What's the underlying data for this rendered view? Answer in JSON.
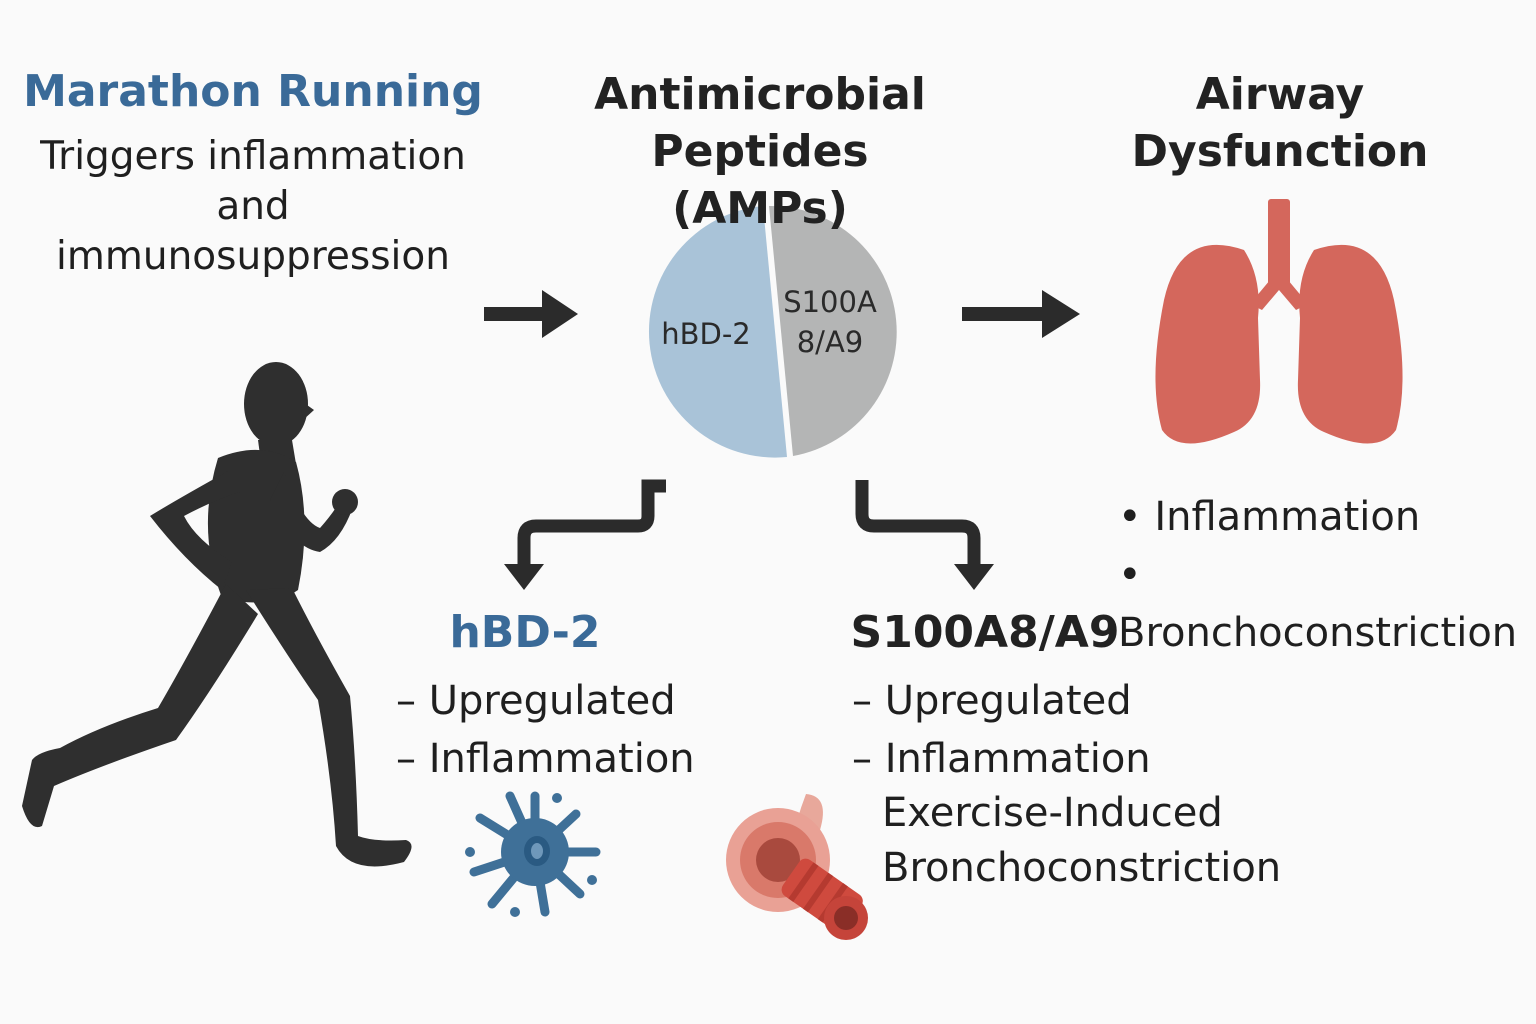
{
  "marathon": {
    "title": "Marathon Running",
    "description": "Triggers inflammation and immunosuppression"
  },
  "amps": {
    "title": "Antimicrobial Peptides (AMPs)",
    "pie_left_label": "hBD-2",
    "pie_right_label_line1": "S100A",
    "pie_right_label_line2": "8/A9"
  },
  "airway": {
    "title": "Airway Dysfunction",
    "bullets": [
      "Inflammation",
      "Bronchoconstriction"
    ]
  },
  "hbd2": {
    "title": "hBD-2",
    "items": [
      "Upregulated",
      "Inflammation"
    ]
  },
  "s100": {
    "title": "S100A8/A9",
    "items": [
      "Upregulated",
      "Inflammation"
    ],
    "extra_line1": "Exercise-Induced",
    "extra_line2": "Bronchoconstriction"
  },
  "colors": {
    "accent_blue": "#3a6a98",
    "pie_blue": "#a9c3d8",
    "pie_gray": "#b4b5b5",
    "lung_red": "#d4675c",
    "arrow": "#2b2b2b",
    "silhouette": "#2f2f2f"
  },
  "icons": [
    "runner-silhouette-icon",
    "lungs-icon",
    "immune-cell-icon",
    "airway-tube-icon"
  ]
}
